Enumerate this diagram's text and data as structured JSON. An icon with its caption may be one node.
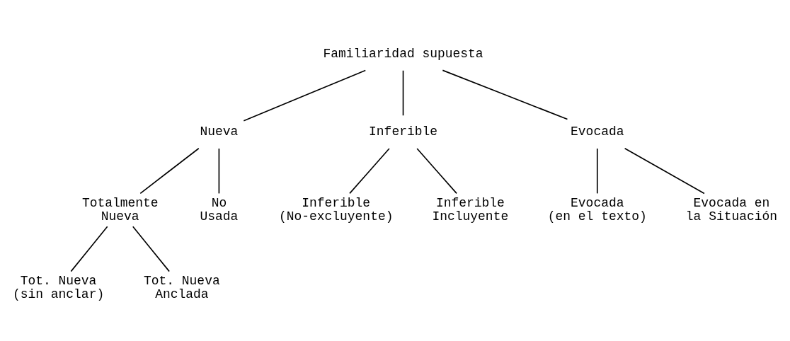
{
  "diagram": {
    "nodes": [
      {
        "text": [
          "Familiaridad supuesta"
        ]
      },
      {
        "text": [
          "Nueva"
        ]
      },
      {
        "text": [
          "Inferible"
        ]
      },
      {
        "text": [
          "Evocada"
        ]
      },
      {
        "text": [
          "Totalmente Nueva"
        ]
      },
      {
        "text": [
          "No Usada"
        ]
      },
      {
        "text": [
          "Inferible (No-excluyente)"
        ]
      },
      {
        "text": [
          "Inferible Incluyente"
        ]
      },
      {
        "text": [
          "Evocada (en el texto)"
        ]
      },
      {
        "text": [
          "Evocada en la Situación"
        ]
      },
      {
        "text": [
          "Tot. Nueva (sin anclar)"
        ]
      },
      {
        "text": [
          "Tot. Nueva Anclada"
        ]
      }
    ],
    "edges": [
      {
        "from": 0,
        "to": 1,
        "arrow": "none"
      },
      {
        "from": 0,
        "to": 2,
        "arrow": "none"
      },
      {
        "from": 0,
        "to": 3,
        "arrow": "none"
      },
      {
        "from": 1,
        "to": 4,
        "arrow": "none"
      },
      {
        "from": 1,
        "to": 5,
        "arrow": "none"
      },
      {
        "from": 2,
        "to": 6,
        "arrow": "none"
      },
      {
        "from": 2,
        "to": 7,
        "arrow": "none"
      },
      {
        "from": 3,
        "to": 8,
        "arrow": "none"
      },
      {
        "from": 3,
        "to": 9,
        "arrow": "none"
      },
      {
        "from": 4,
        "to": 10,
        "arrow": "none"
      },
      {
        "from": 4,
        "to": 11,
        "arrow": "none"
      }
    ]
  }
}
